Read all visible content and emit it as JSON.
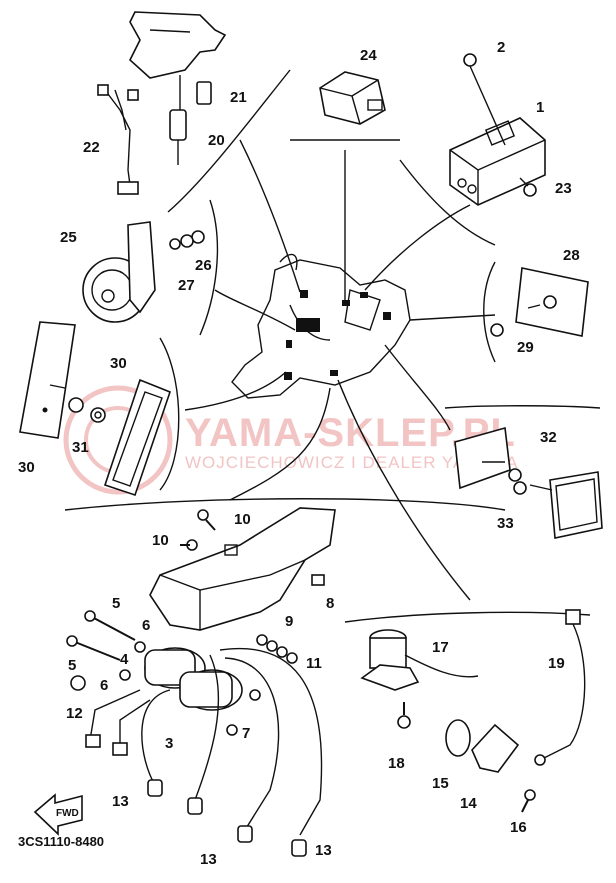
{
  "diagram": {
    "code": "3CS1110-8480",
    "fwd_label": "FWD",
    "watermark": {
      "main": "YAMA-SKLEP.PL",
      "sub": "WOJCIECHOWICZ I DEALER YAMAHA"
    },
    "callouts": [
      "1",
      "2",
      "3",
      "4",
      "5",
      "5",
      "6",
      "6",
      "7",
      "8",
      "9",
      "10",
      "10",
      "11",
      "12",
      "13",
      "13",
      "13",
      "14",
      "15",
      "16",
      "17",
      "18",
      "19",
      "20",
      "21",
      "22",
      "23",
      "24",
      "25",
      "26",
      "27",
      "28",
      "29",
      "30",
      "30",
      "31",
      "32",
      "33"
    ]
  },
  "colors": {
    "line": "#111111",
    "watermark": "#f2c4c4"
  }
}
